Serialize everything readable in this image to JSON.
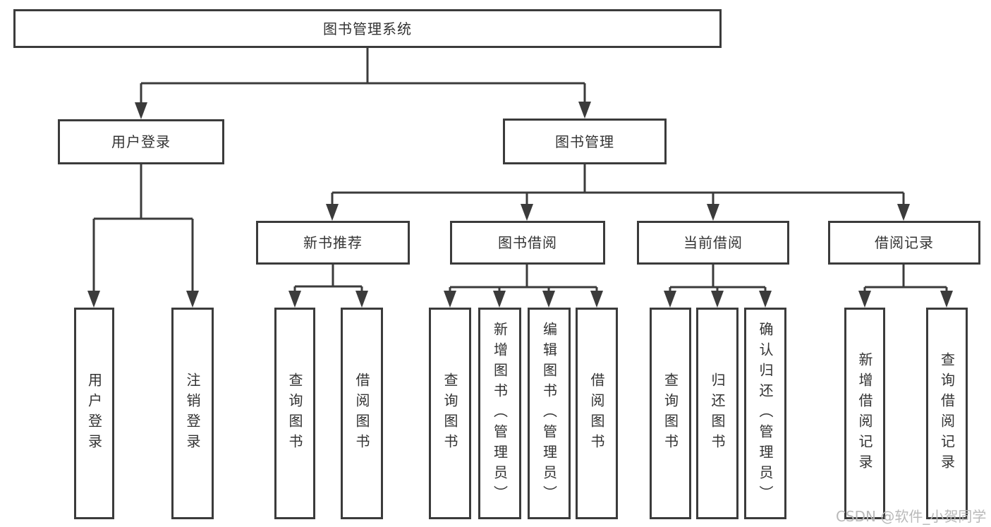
{
  "diagram": {
    "root": {
      "label": "图书管理系统"
    },
    "level2": {
      "user_login": {
        "label": "用户登录"
      },
      "book_mgmt": {
        "label": "图书管理"
      }
    },
    "level3": {
      "new_books": {
        "label": "新书推荐"
      },
      "borrowing": {
        "label": "图书借阅"
      },
      "current": {
        "label": "当前借阅"
      },
      "records": {
        "label": "借阅记录"
      }
    },
    "leaves": {
      "login": "用户登录",
      "logout": "注销登录",
      "nb_query": "查询图书",
      "nb_borrow": "借阅图书",
      "b_query": "查询图书",
      "b_add": "新增图书（管理员）",
      "b_edit": "编辑图书（管理员）",
      "b_borrow": "借阅图书",
      "c_query": "查询图书",
      "c_return": "归还图书",
      "c_confirm": "确认归还（管理员）",
      "r_add": "新增借阅记录",
      "r_query": "查询借阅记录"
    }
  },
  "watermark": {
    "text": "CSDN @软件_小贺同学"
  },
  "colors": {
    "line": "#3b3b3b",
    "text": "#333333",
    "watermark": "#b9b9b9",
    "background": "#ffffff"
  }
}
